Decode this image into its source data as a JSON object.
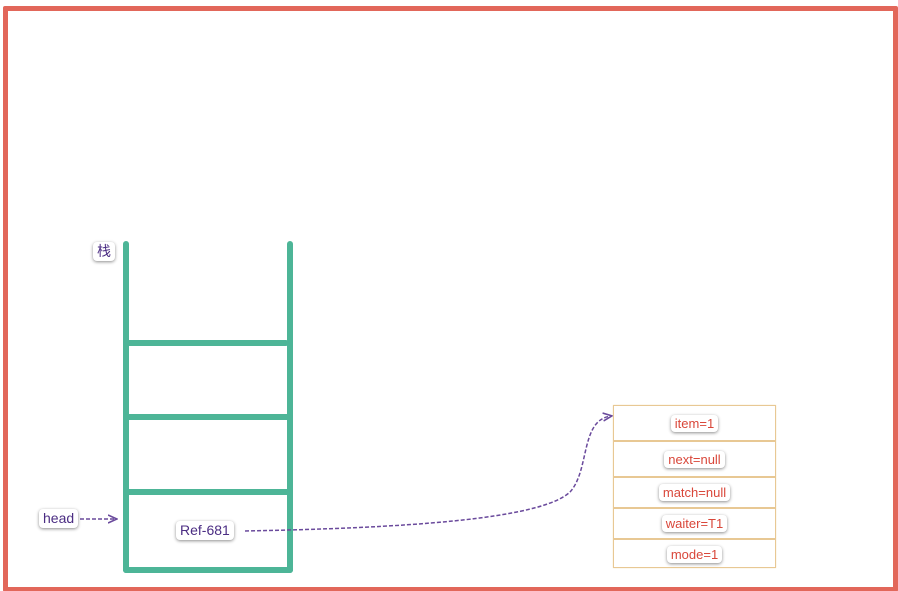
{
  "stack": {
    "label": "栈",
    "slots": 4,
    "slot_contents": [
      "",
      "",
      "",
      "Ref-681"
    ]
  },
  "pointers": {
    "head_label": "head"
  },
  "node": {
    "fields": [
      "item=1",
      "next=null",
      "match=null",
      "waiter=T1",
      "mode=1"
    ]
  },
  "colors": {
    "frame": "#e2675a",
    "stack": "#4db597",
    "arrow": "#6a4a9c",
    "field_text": "#d9473a",
    "label_text": "#4b2d83",
    "node_border": "#e8c894"
  }
}
